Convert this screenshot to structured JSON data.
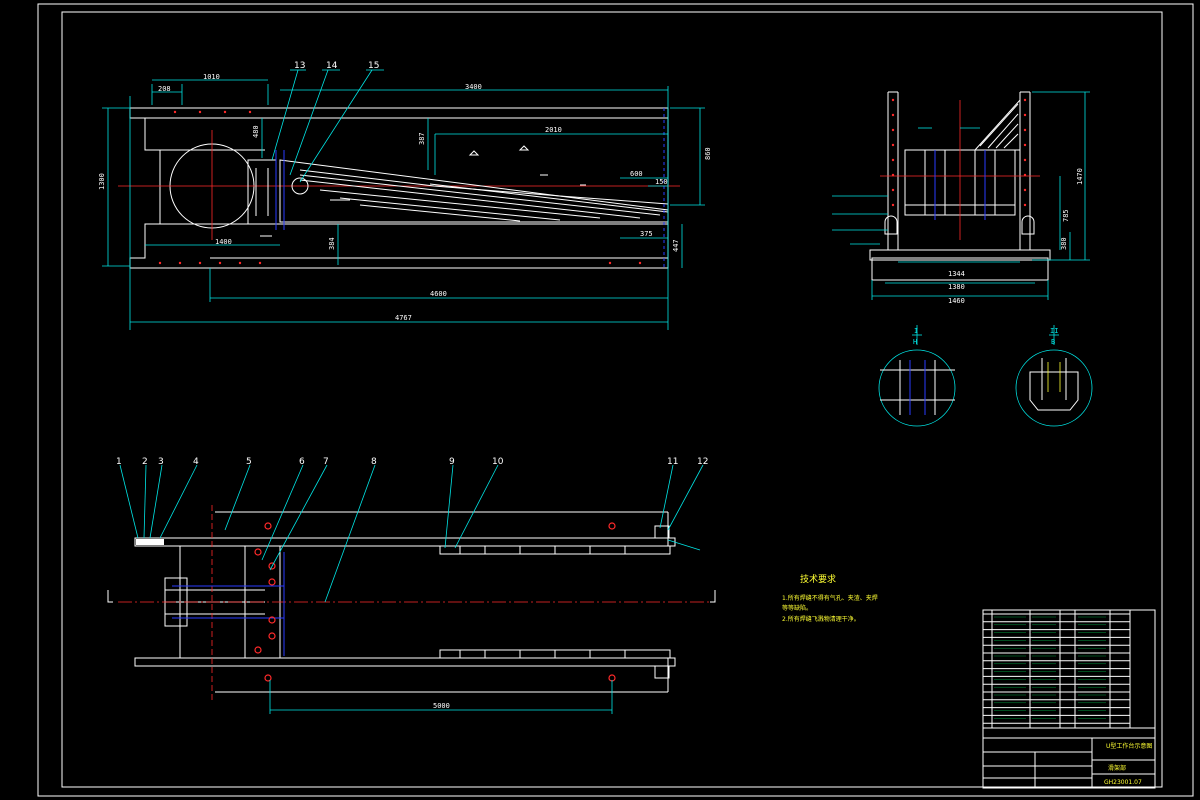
{
  "side_view": {
    "dims": [
      "208",
      "1010",
      "3400",
      "2010",
      "1300",
      "860",
      "387",
      "480",
      "1400",
      "384",
      "4600",
      "4767",
      "600",
      "150",
      "375",
      "447"
    ],
    "labels": [
      "13",
      "14",
      "15"
    ]
  },
  "end_view": {
    "dims": [
      "1344",
      "1380",
      "1460",
      "1470",
      "785",
      "380"
    ]
  },
  "sections": {
    "a": {
      "top": "I",
      "bottom": "H"
    },
    "b": {
      "top": "II",
      "bottom": "B"
    }
  },
  "plan_view": {
    "labels": [
      "1",
      "2",
      "3",
      "4",
      "5",
      "6",
      "7",
      "8",
      "9",
      "10",
      "11",
      "12"
    ],
    "dim": "5000"
  },
  "tech_req": {
    "title": "技术要求",
    "items": [
      "1.所有焊缝不得有气孔、夹渣、夹焊",
      "  等等缺陷。",
      "2.所有焊缝飞溅物清理干净。"
    ]
  },
  "title_block": {
    "name": "U型工作台示意图",
    "part": "滑架部",
    "code": "GH23001.07"
  }
}
